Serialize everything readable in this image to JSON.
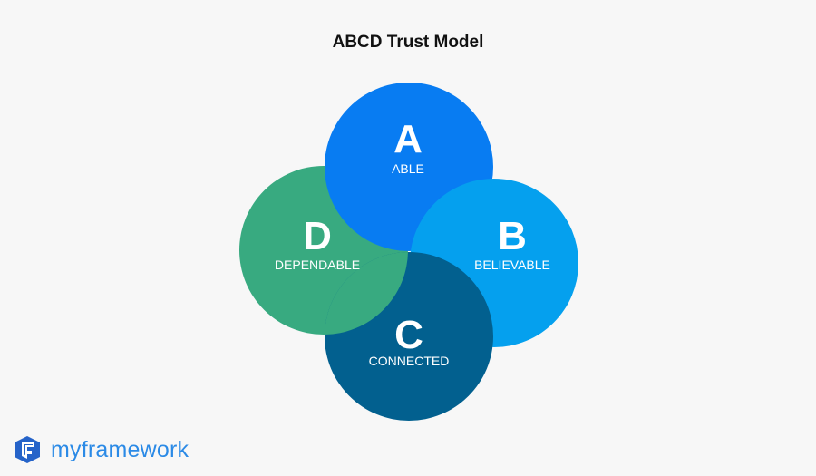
{
  "title": "ABCD Trust Model",
  "circles": {
    "A": {
      "letter": "A",
      "word": "ABLE",
      "color": "#087cf2"
    },
    "B": {
      "letter": "B",
      "word": "BELIEVABLE",
      "color": "#05a0ee"
    },
    "C": {
      "letter": "C",
      "word": "CONNECTED",
      "color": "#02608f"
    },
    "D": {
      "letter": "D",
      "word": "DEPENDABLE",
      "color": "#38aa80"
    }
  },
  "logo": {
    "text": "myframework",
    "icon": "cube-logo-icon",
    "color": "#2563c9"
  }
}
